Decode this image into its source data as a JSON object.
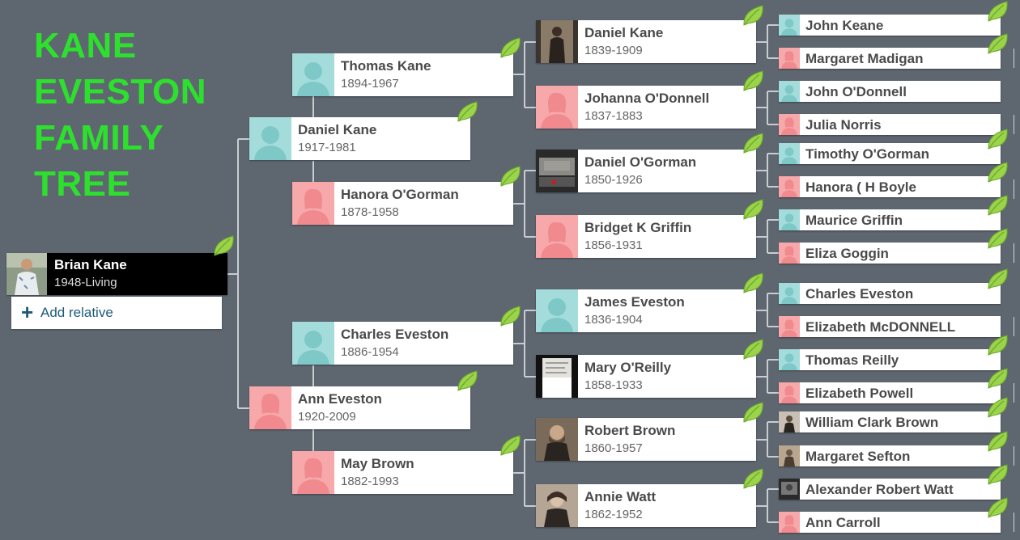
{
  "title_lines": [
    "KANE",
    "EVESTON",
    "FAMILY",
    "TREE"
  ],
  "root": {
    "name": "Brian Kane",
    "dates": "1948-Living"
  },
  "add_relative_label": "Add relative",
  "parents": {
    "father": {
      "name": "Daniel Kane",
      "dates": "1917-1981"
    },
    "mother": {
      "name": "Ann Eveston",
      "dates": "1920-2009"
    }
  },
  "grandparents": [
    {
      "name": "Thomas Kane",
      "dates": "1894-1967"
    },
    {
      "name": "Hanora O'Gorman",
      "dates": "1878-1958"
    },
    {
      "name": "Charles Eveston",
      "dates": "1886-1954"
    },
    {
      "name": "May Brown",
      "dates": "1882-1993"
    }
  ],
  "great_grandparents": [
    {
      "name": "Daniel Kane",
      "dates": "1839-1909"
    },
    {
      "name": "Johanna O'Donnell",
      "dates": "1837-1883"
    },
    {
      "name": "Daniel O'Gorman",
      "dates": "1850-1926"
    },
    {
      "name": "Bridget K Griffin",
      "dates": "1856-1931"
    },
    {
      "name": "James Eveston",
      "dates": "1836-1904"
    },
    {
      "name": "Mary O'Reilly",
      "dates": "1858-1933"
    },
    {
      "name": "Robert Brown",
      "dates": "1860-1957"
    },
    {
      "name": "Annie Watt",
      "dates": "1862-1952"
    }
  ],
  "great_great_grandparents": [
    {
      "name": "John Keane"
    },
    {
      "name": "Margaret Madigan"
    },
    {
      "name": "John O'Donnell"
    },
    {
      "name": "Julia Norris"
    },
    {
      "name": "Timothy O'Gorman"
    },
    {
      "name": "Hanora ( H Boyle"
    },
    {
      "name": "Maurice Griffin"
    },
    {
      "name": "Eliza Goggin"
    },
    {
      "name": "Charles Eveston"
    },
    {
      "name": "Elizabeth McDONNELL"
    },
    {
      "name": "Thomas Reilly"
    },
    {
      "name": "Elizabeth Powell"
    },
    {
      "name": "William Clark Brown"
    },
    {
      "name": "Margaret Sefton"
    },
    {
      "name": "Alexander Robert Watt"
    },
    {
      "name": "Ann Carroll"
    }
  ],
  "colors": {
    "background": "#5e6670",
    "title": "#2ee02e",
    "male_placeholder": "#a4dcdc",
    "female_placeholder": "#f6a8aa",
    "connector": "#c9cdd1",
    "leaf": "#9bd34a"
  },
  "icons": {
    "leaf_hint": "leaf-hint-icon",
    "add": "plus-icon",
    "silhouette": "person-silhouette-icon"
  }
}
